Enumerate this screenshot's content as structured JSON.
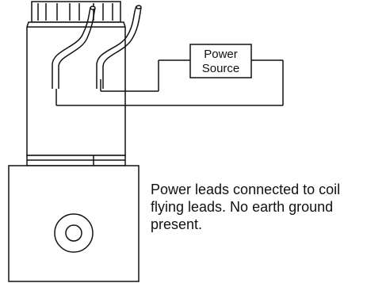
{
  "power_source_box": {
    "line1": "Power",
    "line2": "Source"
  },
  "caption": "Power leads connected to coil flying leads. No earth ground present.",
  "colors": {
    "stroke": "#111111",
    "background": "#ffffff"
  }
}
